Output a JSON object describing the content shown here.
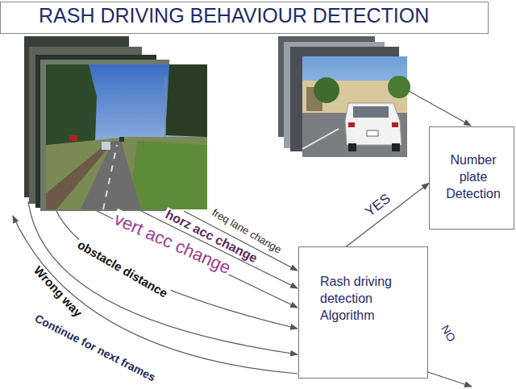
{
  "diagram": {
    "title": "RASH DRIVING BEHAVIOUR DETECTION",
    "nodes": [
      {
        "text": [
          "Number plate Detection"
        ]
      },
      {
        "text": [
          "Rash driving detection Algorithm"
        ]
      }
    ],
    "edges": [
      {
        "from": 1,
        "to": 0,
        "label": "YES",
        "arrow": "to"
      }
    ],
    "labels": [
      "freq lane change",
      "horz acc change",
      "vert acc change",
      "obstacle distance",
      "Wrong way",
      "Continue for next frames",
      "NO"
    ]
  }
}
